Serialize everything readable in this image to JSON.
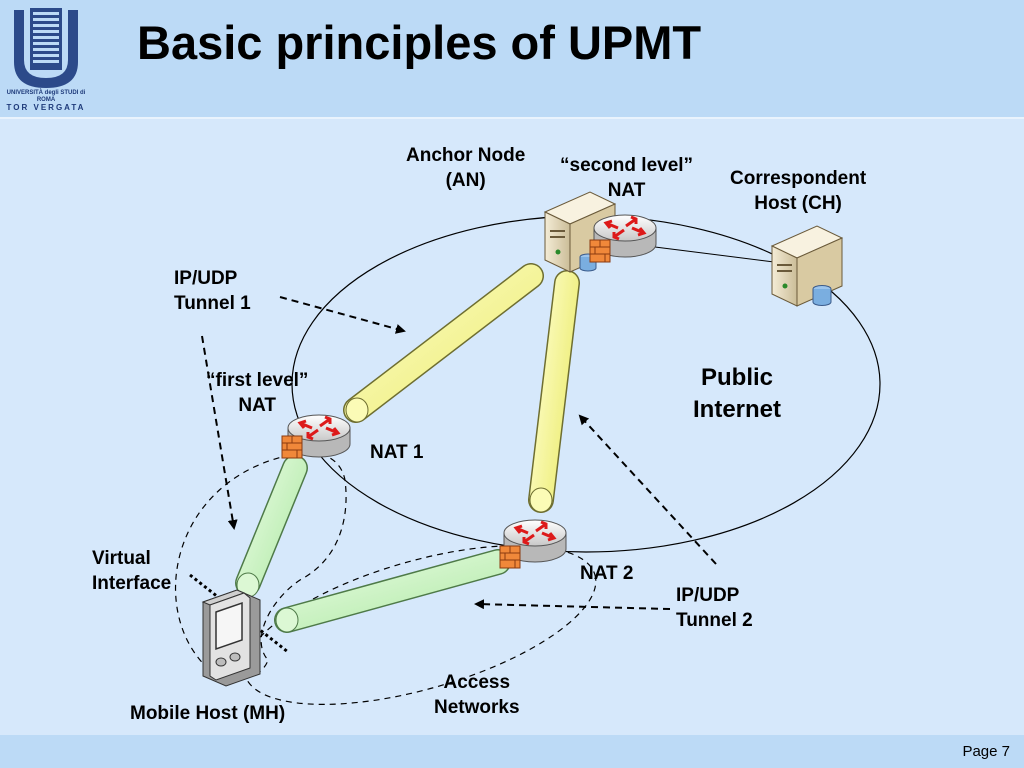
{
  "header": {
    "title": "Basic principles of UPMT",
    "logo": {
      "line1": "UNIVERSITÀ degli STUDI di ROMA",
      "line2": "TOR VERGATA",
      "icon": "university-tower-logo"
    }
  },
  "footer": {
    "page_label": "Page 7"
  },
  "diagram": {
    "labels": {
      "anchor_node": [
        "Anchor Node",
        "(AN)"
      ],
      "second_level_nat": [
        "“second level”",
        "NAT"
      ],
      "correspondent_host": [
        "Correspondent",
        "Host (CH)"
      ],
      "tunnel1": [
        "IP/UDP",
        "Tunnel 1"
      ],
      "first_level_nat": [
        "“first level”",
        "NAT"
      ],
      "public_internet": [
        "Public",
        "Internet"
      ],
      "nat1": "NAT 1",
      "nat2": "NAT 2",
      "virtual_interface": [
        "Virtual",
        "Interface"
      ],
      "tunnel2": [
        "IP/UDP",
        "Tunnel 2"
      ],
      "access_networks": [
        "Access",
        "Networks"
      ],
      "mobile_host": "Mobile Host (MH)"
    },
    "colors": {
      "background": "#d6e8fb",
      "header_band": "#bcdaf6",
      "tunnel_yellow": "#fbfba0",
      "tunnel_green": "#ccf5c4",
      "router_arrow": "#dd1a1a",
      "firewall": "#f0883a",
      "server_body": "#e8dcc0"
    }
  }
}
